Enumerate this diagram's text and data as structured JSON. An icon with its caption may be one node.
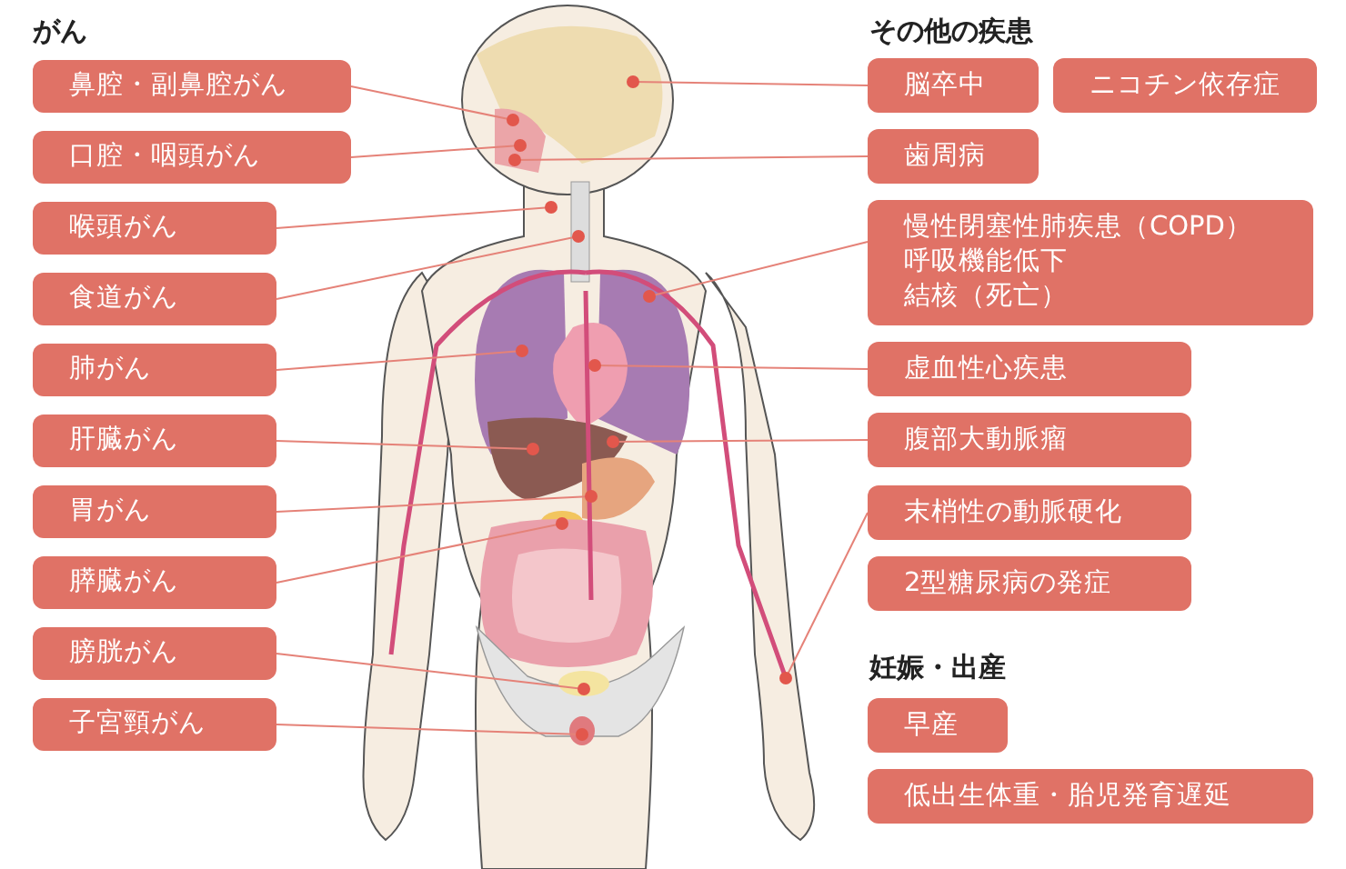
{
  "diagram": {
    "nodes": [
      {
        "text": [
          "鼻腔・副鼻腔がん"
        ]
      },
      {
        "text": [
          "口腔・咽頭がん"
        ]
      },
      {
        "text": [
          "喉頭がん"
        ]
      },
      {
        "text": [
          "食道がん"
        ]
      },
      {
        "text": [
          "肺がん"
        ]
      },
      {
        "text": [
          "肝臓がん"
        ]
      },
      {
        "text": [
          "胃がん"
        ]
      },
      {
        "text": [
          "膵臓がん"
        ]
      },
      {
        "text": [
          "膀胱がん"
        ]
      },
      {
        "text": [
          "子宮頸がん"
        ]
      },
      {
        "text": [
          "脳卒中"
        ]
      },
      {
        "text": [
          "ニコチン依存症"
        ]
      },
      {
        "text": [
          "歯周病"
        ]
      },
      {
        "text": [
          "慢性閉塞性肺疾患（COPD）",
          "呼吸機能低下",
          "結核（死亡）"
        ]
      },
      {
        "text": [
          "虚血性心疾患"
        ]
      },
      {
        "text": [
          "腹部大動脈瘤"
        ]
      },
      {
        "text": [
          "末梢性の動脈硬化"
        ]
      },
      {
        "text": [
          "2型糖尿病の発症"
        ]
      },
      {
        "text": [
          "早産"
        ]
      },
      {
        "text": [
          "低出生体重・胎児発育遅延"
        ]
      }
    ],
    "edges": [
      {
        "from": 0,
        "to": null,
        "arrow": "other"
      },
      {
        "from": 1,
        "to": null,
        "arrow": "other"
      },
      {
        "from": 2,
        "to": null,
        "arrow": "other"
      },
      {
        "from": 3,
        "to": null,
        "arrow": "other"
      },
      {
        "from": 4,
        "to": null,
        "arrow": "other"
      },
      {
        "from": 5,
        "to": null,
        "arrow": "other"
      },
      {
        "from": 6,
        "to": null,
        "arrow": "other"
      },
      {
        "from": 7,
        "to": null,
        "arrow": "other"
      },
      {
        "from": 8,
        "to": null,
        "arrow": "other"
      },
      {
        "from": 9,
        "to": null,
        "arrow": "other"
      },
      {
        "from": 10,
        "to": null,
        "arrow": "other"
      },
      {
        "from": 12,
        "to": null,
        "arrow": "other"
      },
      {
        "from": 13,
        "to": null,
        "arrow": "other"
      },
      {
        "from": 14,
        "to": null,
        "arrow": "other"
      },
      {
        "from": 15,
        "to": null,
        "arrow": "other"
      },
      {
        "from": 16,
        "to": null,
        "arrow": "other"
      }
    ],
    "labels": [
      "がん",
      "その他の疾患",
      "妊娠・出産"
    ]
  }
}
